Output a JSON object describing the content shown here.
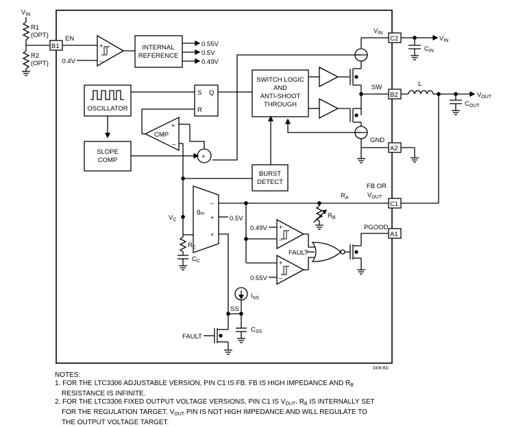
{
  "pins": {
    "b1": "B1",
    "c2": "C2",
    "b2": "B2",
    "a2": "A2",
    "c1": "C1",
    "a1": "A1",
    "en": "EN",
    "vin_pin": "V",
    "sw": "SW",
    "gnd": "GND",
    "fb_or": "FB OR",
    "vout_pin": "V",
    "pgood": "PGOOD"
  },
  "external": {
    "vin_top": "V",
    "r1": "R1",
    "r1_opt": "(OPT)",
    "r2": "R2",
    "r2_opt": "(OPT)",
    "vin_right": "V",
    "cin": "C",
    "inductor": "L",
    "vout": "V",
    "cout": "C",
    "vc": "V",
    "rc": "R",
    "cc": "C",
    "ra": "R",
    "rb": "R",
    "iss": "I",
    "ss": "SS",
    "css": "C"
  },
  "subscripts": {
    "in": "IN",
    "out": "OUT",
    "c": "C",
    "a": "A",
    "b": "B",
    "ss": "SS"
  },
  "blocks": {
    "internal_ref_l1": "INTERNAL",
    "internal_ref_l2": "REFERENCE",
    "ref_0_55": "0.55V",
    "ref_0_5": "0.5V",
    "ref_0_49": "0.49V",
    "en_threshold": "0.4V",
    "oscillator": "OSCILLATOR",
    "latch_s": "S",
    "latch_q": "Q",
    "latch_r": "R",
    "switch_logic_l1": "SWITCH LOGIC",
    "switch_logic_l2": "AND",
    "switch_logic_l3": "ANTI-SHOOT",
    "switch_logic_l4": "THROUGH",
    "cmp": "CMP",
    "slope_l1": "SLOPE",
    "slope_l2": "COMP",
    "burst_l1": "BURST",
    "burst_l2": "DETECT",
    "gm": "g",
    "gm_sub": "m",
    "gm_ref": "0.5V",
    "pg_ref_high": "0.49V",
    "pg_ref_low": "0.55V",
    "fault": "FAULT",
    "fault2": "FAULT",
    "plus": "+",
    "minus": "–"
  },
  "fig_id": "3306 BD",
  "notes": {
    "title": "NOTES:",
    "n1_a": "1.  FOR THE LTC3306 ADJUSTABLE VERSION, PIN C1 IS FB. FB IS HIGH IMPEDANCE AND R",
    "n1_sub": "B",
    "n1_b": "RESISTANCE IS INFINITE.",
    "n2_a": "2.  FOR THE LTC3306 FIXED OUTPUT VOLTAGE VERSIONS, PIN C1 IS V",
    "n2_sub1": "OUT",
    "n2_b": ". R",
    "n2_sub2": "B",
    "n2_c": " IS INTERNALLY SET",
    "n2_d": "FOR THE REGULATION TARGET. V",
    "n2_sub3": "OUT",
    "n2_e": " PIN IS NOT HIGH IMPEDANCE AND WILL REGULATE TO",
    "n2_f": "THE OUTPUT VOLTAGE TARGET."
  }
}
